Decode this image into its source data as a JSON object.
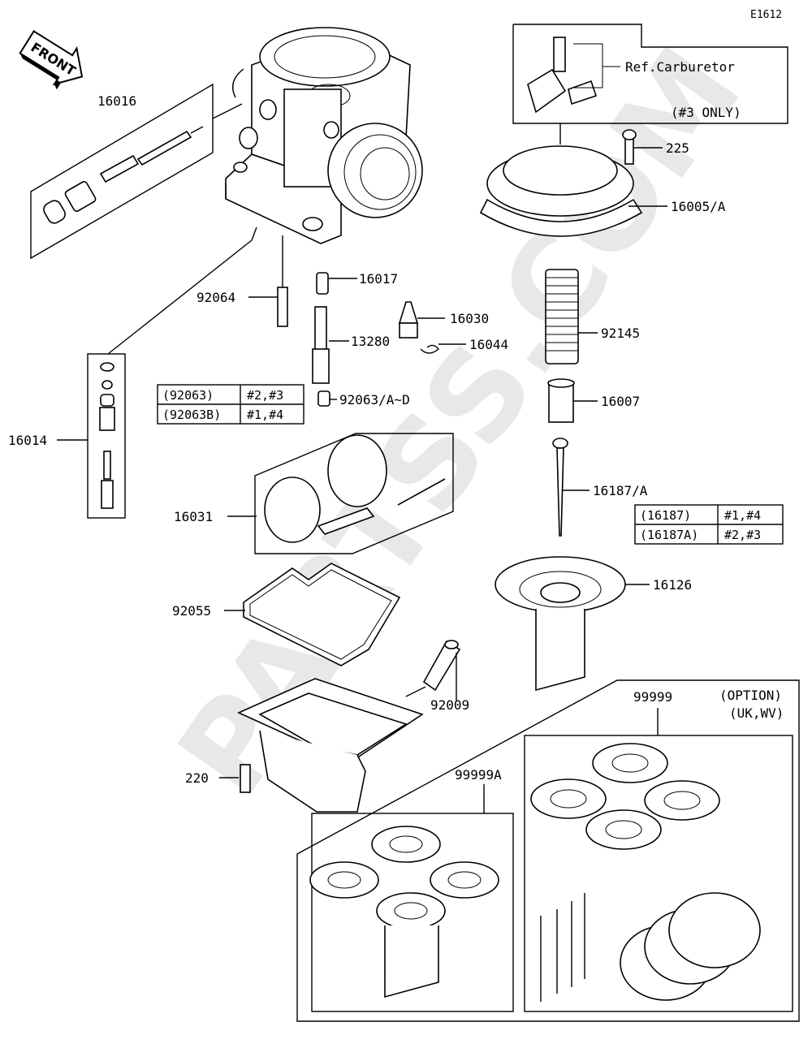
{
  "diagram_code": "E1612",
  "front_label": "FRONT",
  "watermark": "PARTSS.COM",
  "ref_box": {
    "text": "Ref.Carburetor",
    "note": "(#3 ONLY)"
  },
  "option_box": {
    "line1": "(OPTION)",
    "line2": "(UK,WV)"
  },
  "parts": [
    {
      "id": "p16016",
      "label": "16016"
    },
    {
      "id": "p16014",
      "label": "16014"
    },
    {
      "id": "p92064",
      "label": "92064"
    },
    {
      "id": "p16017",
      "label": "16017"
    },
    {
      "id": "p16030",
      "label": "16030"
    },
    {
      "id": "p13280",
      "label": "13280"
    },
    {
      "id": "p16044",
      "label": "16044"
    },
    {
      "id": "p92063",
      "label": "92063/A~D"
    },
    {
      "id": "p16031",
      "label": "16031"
    },
    {
      "id": "p92055",
      "label": "92055"
    },
    {
      "id": "p92009",
      "label": "92009"
    },
    {
      "id": "p220",
      "label": "220"
    },
    {
      "id": "p225",
      "label": "225"
    },
    {
      "id": "p16005",
      "label": "16005/A"
    },
    {
      "id": "p92145",
      "label": "92145"
    },
    {
      "id": "p16007",
      "label": "16007"
    },
    {
      "id": "p16187",
      "label": "16187/A"
    },
    {
      "id": "p16126",
      "label": "16126"
    },
    {
      "id": "p99999",
      "label": "99999"
    },
    {
      "id": "p99999A",
      "label": "99999A"
    }
  ],
  "table_92063": [
    {
      "part": "(92063)",
      "cyl": "#2,#3"
    },
    {
      "part": "(92063B)",
      "cyl": "#1,#4"
    }
  ],
  "table_16187": [
    {
      "part": "(16187)",
      "cyl": "#1,#4"
    },
    {
      "part": "(16187A)",
      "cyl": "#2,#3"
    }
  ]
}
